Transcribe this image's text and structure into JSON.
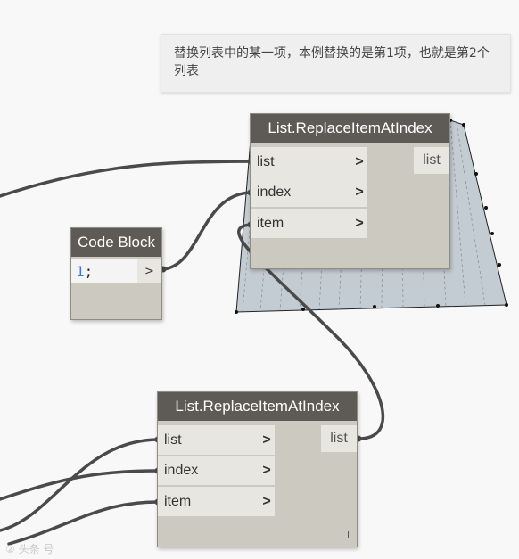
{
  "note": {
    "text": "替换列表中的某一项，本例替换的是第1项，也就是第2个列表"
  },
  "code_block": {
    "title": "Code Block",
    "code_number": "1",
    "code_suffix": ";",
    "output_symbol": ">"
  },
  "node_top": {
    "title": "List.ReplaceItemAtIndex",
    "inputs": [
      {
        "label": "list"
      },
      {
        "label": "index"
      },
      {
        "label": "item"
      }
    ],
    "output": "list",
    "lacing": "l"
  },
  "node_bottom": {
    "title": "List.ReplaceItemAtIndex",
    "inputs": [
      {
        "label": "list"
      },
      {
        "label": "index"
      },
      {
        "label": "item"
      }
    ],
    "output": "list",
    "lacing": "l"
  },
  "port_chevron": ">",
  "watermark": "② 头条 号",
  "colors": {
    "node_header": "#5e5b57",
    "node_body": "#ccc9c1",
    "port": "#e8e6e1",
    "wire": "#4a4a4a",
    "code_number": "#3a7bd5"
  }
}
